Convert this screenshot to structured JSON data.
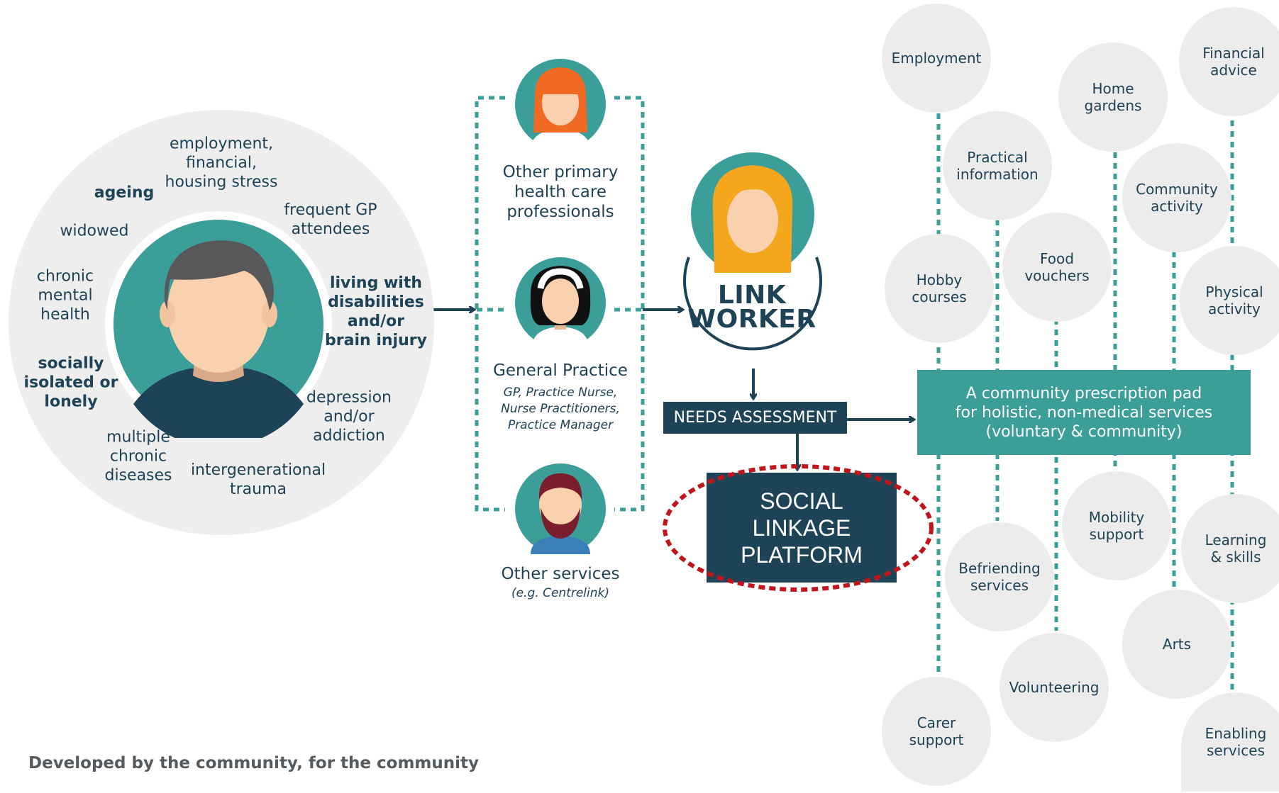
{
  "patient_factors": [
    {
      "text": "employment,\nfinancial,\nhousing stress",
      "bold": false
    },
    {
      "text": "ageing",
      "bold": true
    },
    {
      "text": "frequent GP\nattendees",
      "bold": false
    },
    {
      "text": "widowed",
      "bold": false
    },
    {
      "text": "chronic\nmental\nhealth",
      "bold": false
    },
    {
      "text": "living with\ndisabilities\nand/or\nbrain injury",
      "bold": true
    },
    {
      "text": "socially\nisolated or\nlonely",
      "bold": true
    },
    {
      "text": "depression\nand/or\naddiction",
      "bold": false
    },
    {
      "text": "multiple\nchronic\ndiseases",
      "bold": false
    },
    {
      "text": "intergenerational\ntrauma",
      "bold": false
    }
  ],
  "providers": [
    {
      "title": "Other primary\nhealth care\nprofessionals",
      "subtitle": ""
    },
    {
      "title": "General Practice",
      "subtitle": "GP, Practice Nurse,\nNurse Practitioners,\nPractice Manager"
    },
    {
      "title": "Other services",
      "subtitle": "(e.g. Centrelink)"
    }
  ],
  "link_worker": "LINK\nWORKER",
  "needs_assessment": "NEEDS ASSESSMENT",
  "prescription_pad": "A community prescription pad\nfor holistic, non-medical services\n(voluntary & community)",
  "social_linkage": "SOCIAL\nLINKAGE\nPLATFORM",
  "services": [
    "Employment",
    "Financial\nadvice",
    "Home\ngardens",
    "Practical\ninformation",
    "Community\nactivity",
    "Hobby\ncourses",
    "Food\nvouchers",
    "Physical\nactivity",
    "Mobility\nsupport",
    "Befriending\nservices",
    "Learning\n& skills",
    "Arts",
    "Volunteering",
    "Carer\nsupport",
    "Enabling\nservices"
  ],
  "footer": "Developed by the community, for the community",
  "colors": {
    "teal": "#3b9e99",
    "navy": "#1e4256",
    "circle_grey": "#ececec",
    "highlight_red": "#c0161b"
  }
}
